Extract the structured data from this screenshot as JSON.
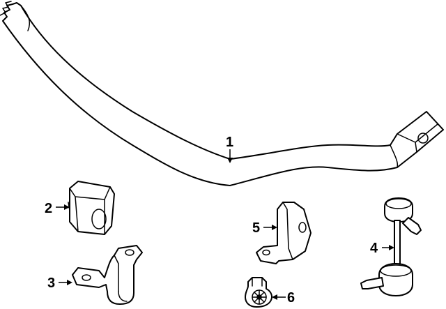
{
  "callouts": [
    {
      "id": "1",
      "label": "1"
    },
    {
      "id": "2",
      "label": "2"
    },
    {
      "id": "3",
      "label": "3"
    },
    {
      "id": "4",
      "label": "4"
    },
    {
      "id": "5",
      "label": "5"
    },
    {
      "id": "6",
      "label": "6"
    }
  ],
  "colors": {
    "line": "#000000",
    "background": "#ffffff"
  }
}
